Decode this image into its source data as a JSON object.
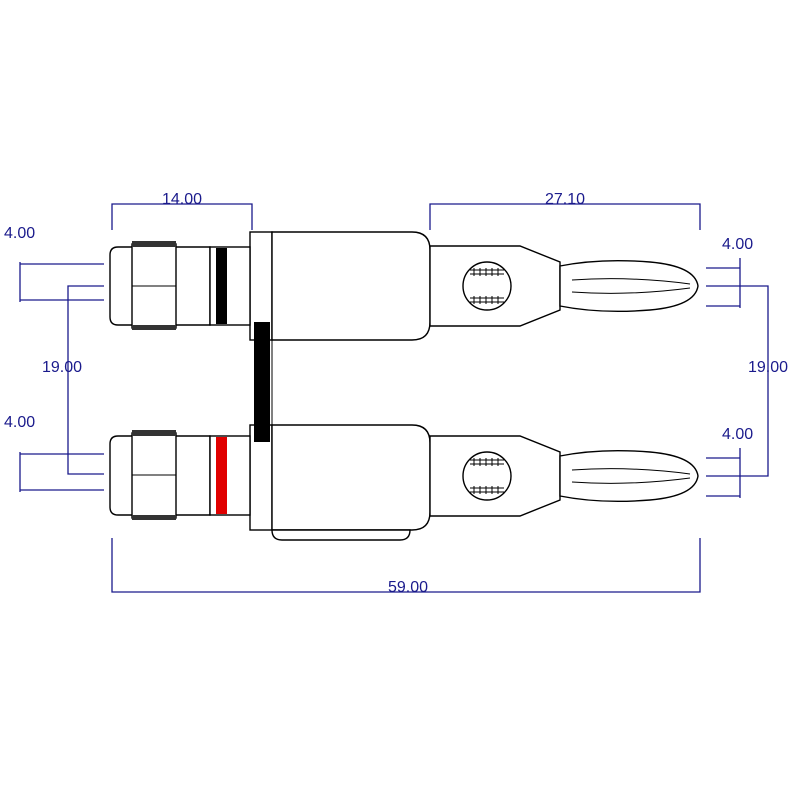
{
  "dimensions": {
    "top_left_width": "14.00",
    "top_right_width": "27.10",
    "left_top_gap": "4.00",
    "left_spacing": "19.00",
    "left_bottom_gap": "4.00",
    "right_top_gap": "4.00",
    "right_spacing": "19.00",
    "right_bottom_gap": "4.00",
    "total_length": "59.00"
  },
  "colors": {
    "dimension": "#1a1a8c",
    "band_top": "#000000",
    "band_bottom": "#e00000",
    "polarity_bar": "#000000"
  }
}
